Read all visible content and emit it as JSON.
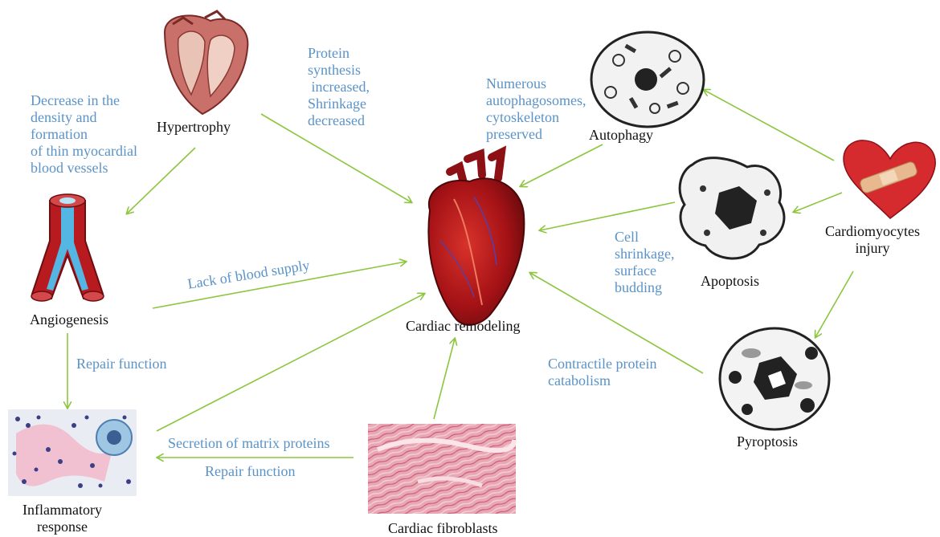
{
  "nodes": {
    "hypertrophy": "Hypertrophy",
    "angiogenesis": "Angiogenesis",
    "inflammatory": "Inflammatory\nresponse",
    "fibroblasts": "Cardiac fibroblasts",
    "remodeling": "Cardiac remodeling",
    "autophagy": "Autophagy",
    "apoptosis": "Apoptosis",
    "pyroptosis": "Pyroptosis",
    "injury": "Cardiomyocytes\ninjury"
  },
  "annotations": {
    "vessel_density": "Decrease in the\ndensity and\nformation\nof thin myocardial\nblood vessels",
    "protein_synthesis": "Protein\nsynthesis\n increased,\nShrinkage\ndecreased",
    "autophagosomes": "Numerous\nautophagosomes,\ncytoskeleton\npreserved",
    "cell_shrinkage": "Cell\nshrinkage,\nsurface\nbudding",
    "blood_supply": "Lack of blood supply",
    "repair_left": "Repair function",
    "matrix": "Secretion of matrix proteins",
    "repair_bottom": "Repair function",
    "contractile": "Contractile protein\ncatabolism"
  },
  "colors": {
    "arrow": "#8cc63f",
    "annotation": "#5b93c8",
    "heart_red": "#b3141a"
  }
}
